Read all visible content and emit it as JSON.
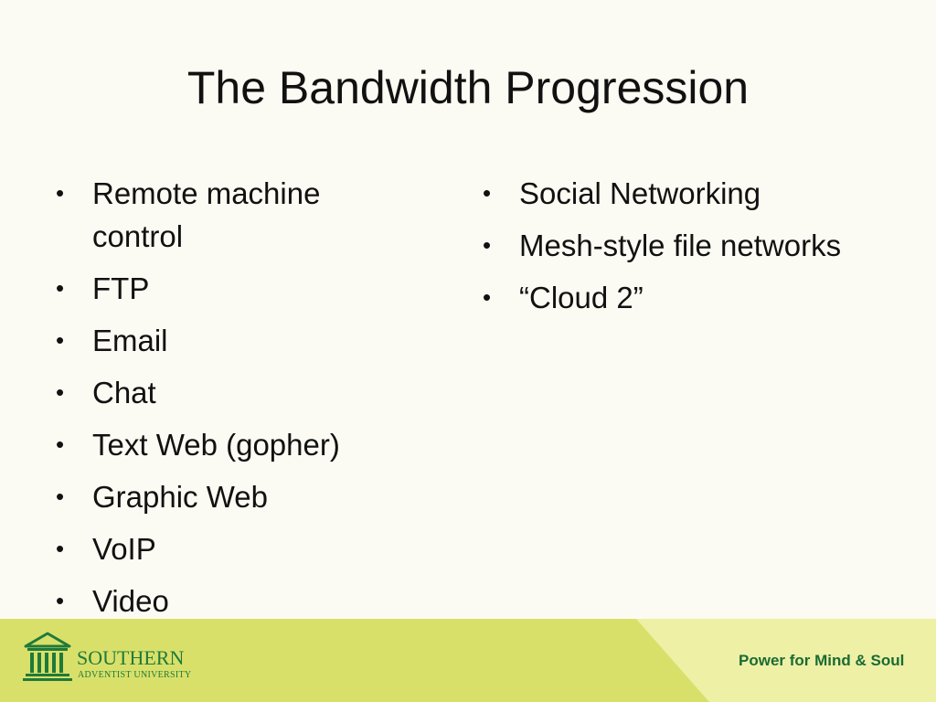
{
  "slide": {
    "title": "The Bandwidth Progression",
    "left_bullets": [
      "Remote machine control",
      "FTP",
      "Email",
      "Chat",
      "Text Web (gopher)",
      "Graphic Web",
      "VoIP",
      "Video"
    ],
    "right_bullets": [
      "Social Networking",
      "Mesh-style file networks",
      "“Cloud 2”"
    ],
    "bullet_glyph": "•"
  },
  "footer": {
    "logo_name": "SOUTHERN",
    "logo_sub": "ADVENTIST UNIVERSITY",
    "tagline": "Power for Mind & Soul",
    "logo_icon": "building-columns-icon",
    "colors": {
      "footer_bg": "#d9e06a",
      "footer_band": "#eef0a6",
      "brand_green": "#1f7a3a"
    }
  }
}
